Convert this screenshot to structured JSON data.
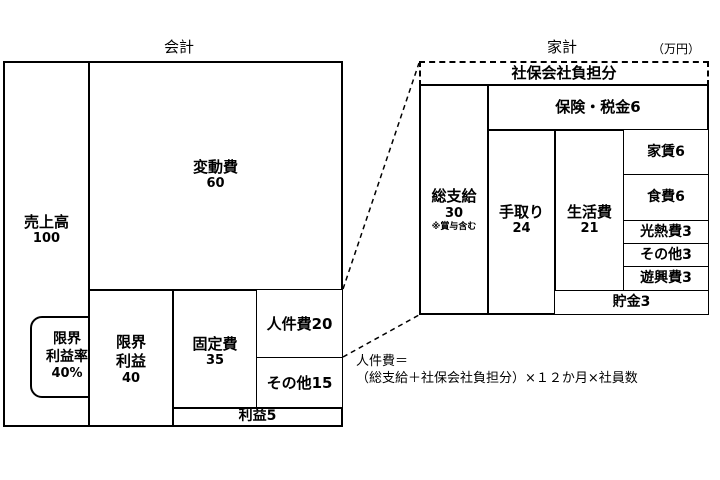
{
  "headers": {
    "accounting": "会計",
    "household": "家計",
    "unit": "（万円）"
  },
  "accounting": {
    "sales": {
      "label": "売上高",
      "value": "100"
    },
    "variable_cost": {
      "label": "変動費",
      "value": "60"
    },
    "marginal_profit": {
      "label": "限界利益",
      "value": "40"
    },
    "marginal_profit_rate": {
      "line1": "限界",
      "line2": "利益率",
      "value": "40%"
    },
    "fixed_cost": {
      "label": "固定費",
      "value": "35"
    },
    "personnel_cost": "人件費20",
    "other_cost": "その他15",
    "profit": "利益5"
  },
  "household": {
    "social_insurance_company": "社保会社負担分",
    "insurance_tax": "保険・税金6",
    "total_pay": {
      "label": "総支給",
      "value": "30",
      "note": "※賞与含む"
    },
    "take_home": {
      "label": "手取り",
      "value": "24"
    },
    "living_cost": {
      "label": "生活費",
      "value": "21"
    },
    "rent": "家賃6",
    "food": "食費6",
    "utilities": "光熱費3",
    "other": "その他3",
    "entertainment": "遊興費3",
    "savings": "貯金3"
  },
  "formula": {
    "line1": "人件費＝",
    "line2": "（総支給＋社保会社負担分）×１２か月×社員数"
  }
}
